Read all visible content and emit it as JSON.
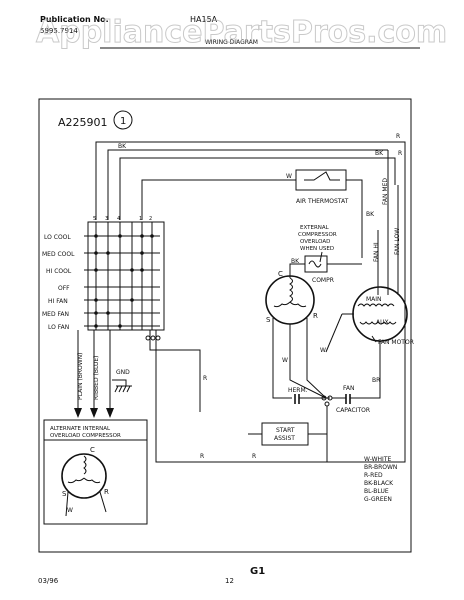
{
  "header": {
    "publication_label": "Publication No.",
    "publication_number": "5995.7914",
    "model": "HA15A",
    "diagram_title": "WIRING DIAGRAM",
    "watermark": "AppliancePartsPros.com"
  },
  "diagram": {
    "id": "A225901",
    "circle_number": "1",
    "switch_terminals": [
      "5",
      "3",
      "4",
      "1",
      "2"
    ],
    "switch_positions": [
      "LO COOL",
      "MED COOL",
      "HI COOL",
      "OFF",
      "HI FAN",
      "MED FAN",
      "LO FAN"
    ],
    "wire_labels": {
      "r_top": "R",
      "bk_a": "BK",
      "bk_b": "BK",
      "r_right": "R",
      "w_thermo": "W",
      "bk_compr": "BK",
      "fan_med": "FAN MED",
      "fan_hi": "FAN HI",
      "fan_low": "FAN LOW",
      "w_left": "W",
      "w_cap": "W",
      "br": "BR",
      "r_bottom": "R",
      "r_bottom2": "R",
      "r_compr": "R",
      "c_term": "C",
      "s_term": "S",
      "r_term": "R"
    },
    "air_thermostat": "AIR THERMOSTAT",
    "overload_note": [
      "EXTERNAL",
      "COMPRESSOR",
      "OVERLOAD",
      "WHEN USED"
    ],
    "compr_label": "COMPR",
    "fan_motor_label": "FAN MOTOR",
    "main_label": "MAIN",
    "aux_label": "AUX",
    "herm_label": "HERM.",
    "fan_label": "FAN",
    "capacitor_label": "CAPACITOR",
    "start_assist": [
      "START",
      "ASSIST"
    ],
    "plug_labels": [
      "PLAIN (BROWN)",
      "RIBBED (BLUE)"
    ],
    "gnd_label": "GND",
    "alternate_title": [
      "ALTERNATE INTERNAL",
      "OVERLOAD COMPRESSOR"
    ],
    "alt_terminals": {
      "c": "C",
      "s": "S",
      "r": "R",
      "w": "W"
    },
    "legend": [
      "W-WHITE",
      "BR-BROWN",
      "R-RED",
      "BK-BLACK",
      "BL-BLUE",
      "G-GREEN"
    ]
  },
  "footer": {
    "date": "03/96",
    "page": "12",
    "section": "G1"
  }
}
